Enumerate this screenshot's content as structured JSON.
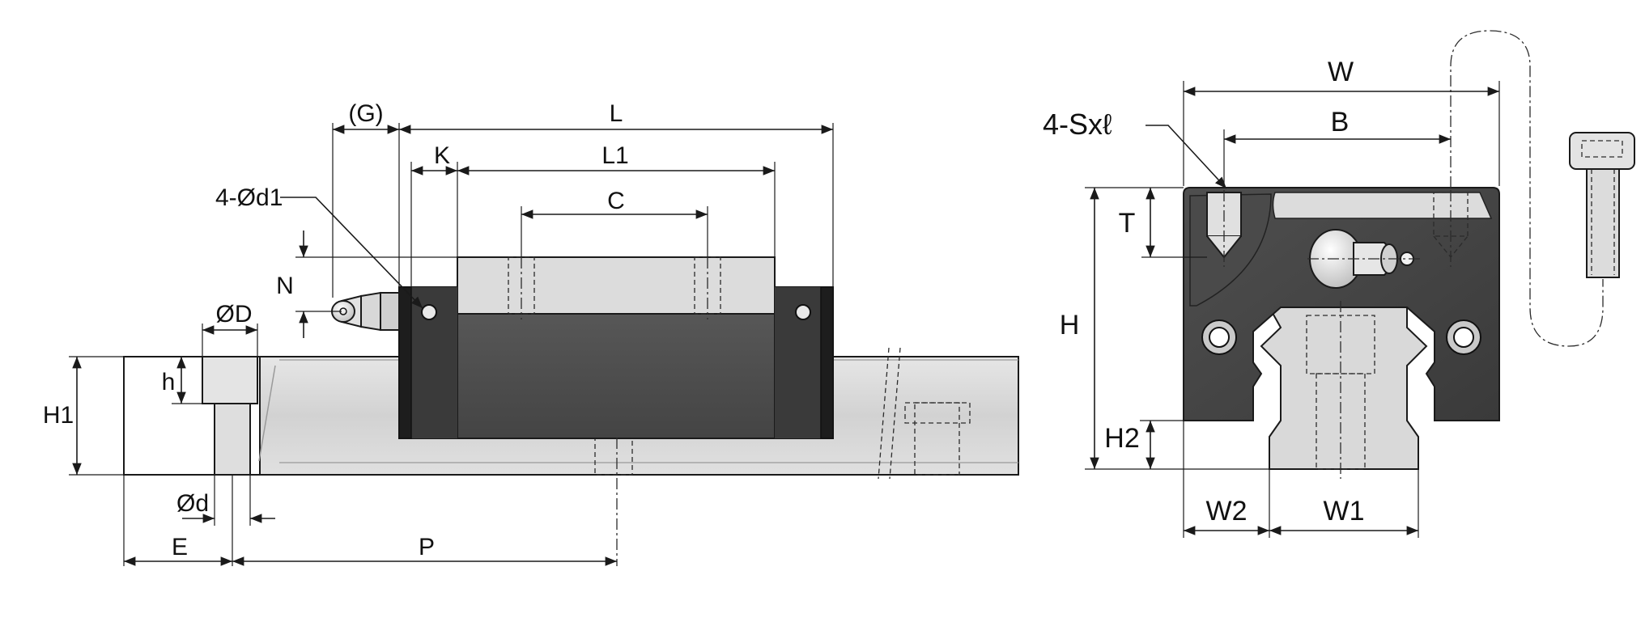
{
  "labels": {
    "G": "(G)",
    "L": "L",
    "K": "K",
    "L1": "L1",
    "C": "C",
    "d1": "4-Ød1",
    "N": "N",
    "D": "ØD",
    "h": "h",
    "H1": "H1",
    "d": "Ød",
    "E": "E",
    "P": "P",
    "W": "W",
    "B": "B",
    "S": "4-Sxℓ",
    "T": "T",
    "H": "H",
    "H2": "H2",
    "W2": "W2",
    "W1": "W1"
  },
  "colors": {
    "line": "#1a1a1a",
    "body_dark": "#4a4a4a",
    "end_cap": "#2c2c2c",
    "rail": "#d6d6d6",
    "block_top": "#dcdcdc"
  }
}
